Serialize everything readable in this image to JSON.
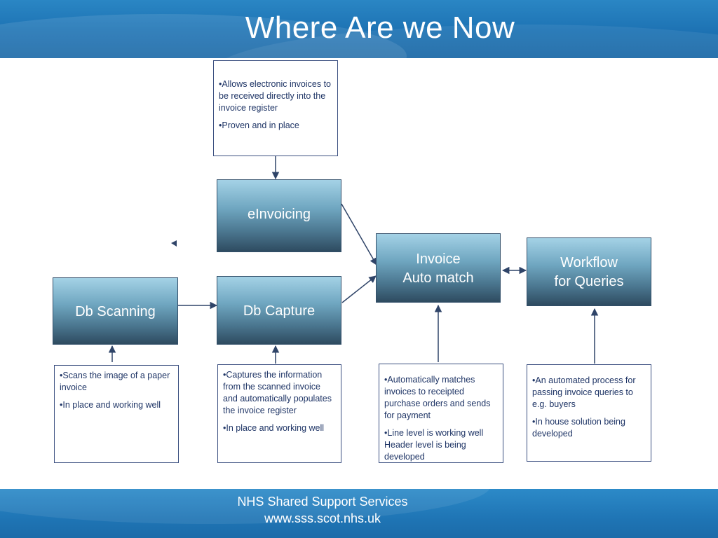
{
  "title": "Where Are we Now",
  "footer": {
    "line1": "NHS Shared Support Services",
    "line2": "www.sss.scot.nhs.uk"
  },
  "processes": {
    "einvoicing": "eInvoicing",
    "db_scanning": "Db Scanning",
    "db_capture": "Db Capture",
    "invoice_line1": "Invoice",
    "invoice_line2": "Auto match",
    "workflow_line1": "Workflow",
    "workflow_line2": "for Queries"
  },
  "notes": {
    "einvoicing": [
      "•Allows electronic invoices to be received directly into the invoice register",
      "•Proven and in place"
    ],
    "db_scanning": [
      "•Scans the image of a paper invoice",
      "•In place and working well"
    ],
    "db_capture": [
      "•Captures the information from the scanned invoice and automatically populates the invoice register",
      "•In place and working well"
    ],
    "invoice_auto_match": [
      "•Automatically matches invoices to receipted purchase orders and sends for payment",
      "•Line level is working well Header level is being developed"
    ],
    "workflow": [
      "•An automated process for passing invoice queries to e.g. buyers",
      "•In house solution being developed"
    ]
  },
  "colors": {
    "header_blue": "#1d72b3",
    "arrow": "#2f4468",
    "note_text": "#1f3566"
  }
}
